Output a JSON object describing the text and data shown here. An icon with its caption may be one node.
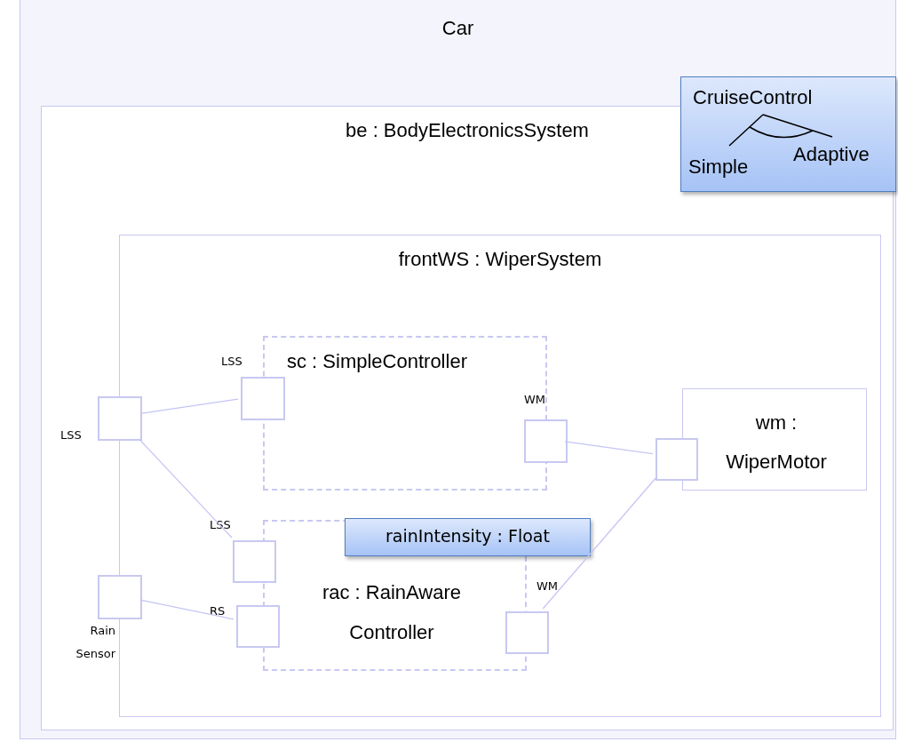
{
  "diagram": {
    "nodes": [
      {
        "text": [
          "Car"
        ]
      },
      {
        "text": [
          "be : BodyElectronicsSystem"
        ],
        "in": 0
      },
      {
        "text": [
          "CruiseControl",
          "Simple",
          "Adaptive"
        ],
        "in": 0
      },
      {
        "text": [
          "frontWS : WiperSystem"
        ],
        "in": 1
      },
      {
        "text": [
          "sc : SimpleController"
        ],
        "in": 3
      },
      {
        "text": [
          "wm : WiperMotor"
        ],
        "in": 3
      },
      {
        "text": [
          "rac : RainAware Controller"
        ],
        "in": 3
      },
      {
        "text": [
          "rainIntensity : Float"
        ],
        "in": 3
      },
      {
        "text": [],
        "shape": "box",
        "beside": [
          "LSS"
        ],
        "in": 1
      },
      {
        "text": [],
        "shape": "box",
        "beside": [
          "Rain Sensor"
        ],
        "in": 1
      },
      {
        "text": [],
        "shape": "box",
        "beside": [
          "LSS"
        ],
        "in": 3
      },
      {
        "text": [],
        "shape": "box",
        "in": 3
      },
      {
        "text": [],
        "shape": "box",
        "in": 3
      },
      {
        "text": [],
        "shape": "box",
        "beside": [
          "LSS"
        ],
        "in": 3
      },
      {
        "text": [],
        "shape": "box",
        "beside": [
          "RS"
        ],
        "in": 3
      },
      {
        "text": [],
        "shape": "box",
        "in": 3
      }
    ],
    "labels": [
      "WM",
      "WM"
    ],
    "edges": [
      {
        "from": 8,
        "to": 10,
        "arrow": "none"
      },
      {
        "from": 8,
        "to": 13,
        "arrow": "none"
      },
      {
        "from": 9,
        "to": 14,
        "arrow": "none"
      },
      {
        "from": 11,
        "to": 12,
        "arrow": "none"
      },
      {
        "from": 15,
        "to": 12,
        "arrow": "none"
      }
    ]
  }
}
